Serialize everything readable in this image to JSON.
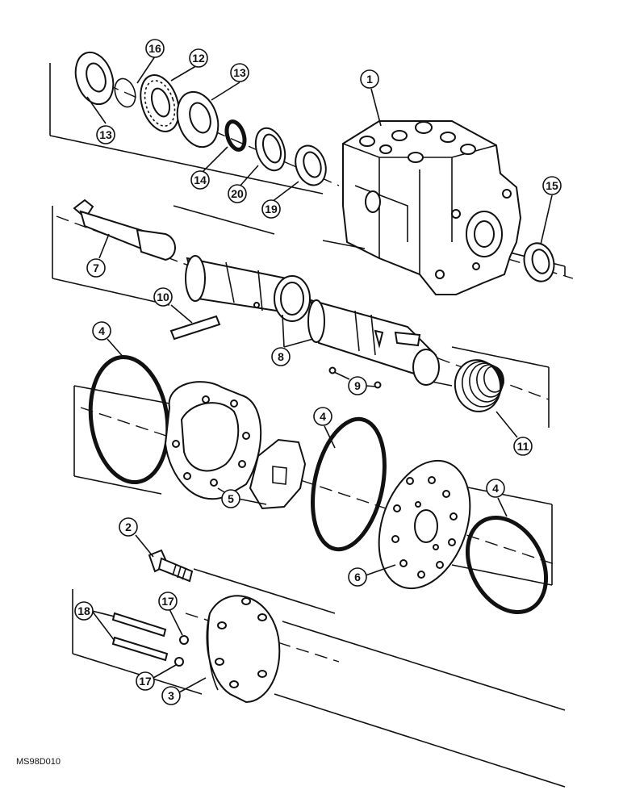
{
  "figure_code": "MS98D010",
  "callouts": [
    {
      "id": "c16",
      "label": "16"
    },
    {
      "id": "c12",
      "label": "12"
    },
    {
      "id": "c13a",
      "label": "13"
    },
    {
      "id": "c13b",
      "label": "13"
    },
    {
      "id": "c1",
      "label": "1"
    },
    {
      "id": "c14",
      "label": "14"
    },
    {
      "id": "c20",
      "label": "20"
    },
    {
      "id": "c19",
      "label": "19"
    },
    {
      "id": "c15",
      "label": "15"
    },
    {
      "id": "c7",
      "label": "7"
    },
    {
      "id": "c10",
      "label": "10"
    },
    {
      "id": "c8",
      "label": "8"
    },
    {
      "id": "c9",
      "label": "9"
    },
    {
      "id": "c4a",
      "label": "4"
    },
    {
      "id": "c11",
      "label": "11"
    },
    {
      "id": "c4b",
      "label": "4"
    },
    {
      "id": "c5",
      "label": "5"
    },
    {
      "id": "c4c",
      "label": "4"
    },
    {
      "id": "c2",
      "label": "2"
    },
    {
      "id": "c6",
      "label": "6"
    },
    {
      "id": "c18",
      "label": "18"
    },
    {
      "id": "c17a",
      "label": "17"
    },
    {
      "id": "c17b",
      "label": "17"
    },
    {
      "id": "c3",
      "label": "3"
    }
  ]
}
